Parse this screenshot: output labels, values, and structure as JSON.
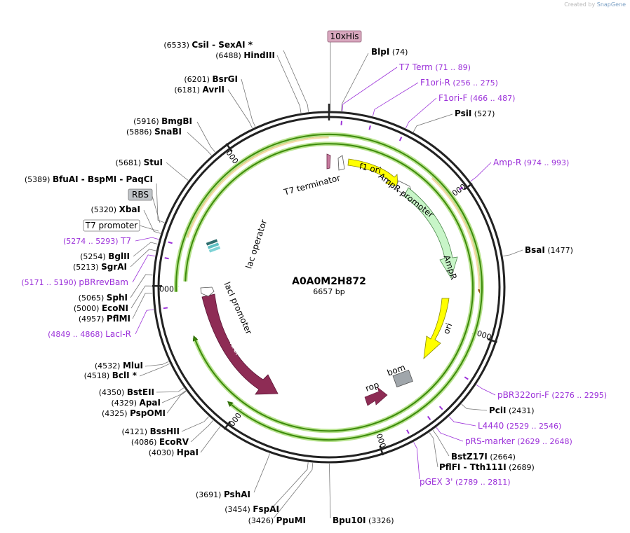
{
  "credit": {
    "prefix": "Created by",
    "brand": "SnapGene"
  },
  "plasmid": {
    "name": "A0A0M2H872",
    "length": 6657,
    "length_label": "6657 bp"
  },
  "colors": {
    "enzyme_text": "#000000",
    "primer": "#9b30d9",
    "orange_feature": "#e8962c",
    "green_feature": "#4f9a12",
    "laci": "#8e2c55",
    "ampr": "#c8f5c8",
    "ori": "#ffff00",
    "f1ori": "#ffff00",
    "rop": "#8e2c55",
    "bom": "#a0a6ab"
  },
  "tick_labels": [
    {
      "pos": 1000,
      "text": "1000"
    },
    {
      "pos": 2000,
      "text": "2000"
    },
    {
      "pos": 3000,
      "text": "3000"
    },
    {
      "pos": 4000,
      "text": "4000"
    },
    {
      "pos": 5000,
      "text": "5000"
    },
    {
      "pos": 6000,
      "text": "6000"
    }
  ],
  "enzymes_right": [
    {
      "name": "BlpI",
      "pos": "(74)"
    },
    {
      "name": "PsiI",
      "pos": "(527)"
    },
    {
      "name": "BsaI",
      "pos": "(1477)"
    },
    {
      "name": "PciI",
      "pos": "(2431)"
    },
    {
      "name": "BstZ17I",
      "pos": "(2664)"
    },
    {
      "name": "PflFI - Tth111I",
      "pos": "(2689)"
    },
    {
      "name": "Bpu10I",
      "pos": "(3326)"
    }
  ],
  "enzymes_left": [
    {
      "name": "CsiI - SexAI *",
      "pos": "(6533)"
    },
    {
      "name": "HindIII",
      "pos": "(6488)"
    },
    {
      "name": "BsrGI",
      "pos": "(6201)"
    },
    {
      "name": "AvrII",
      "pos": "(6181)"
    },
    {
      "name": "BmgBI",
      "pos": "(5916)"
    },
    {
      "name": "SnaBI",
      "pos": "(5886)"
    },
    {
      "name": "StuI",
      "pos": "(5681)"
    },
    {
      "name": "BfuAI - BspMI - PaqCI",
      "pos": "(5389)"
    },
    {
      "name": "XbaI",
      "pos": "(5320)"
    },
    {
      "name": "BglII",
      "pos": "(5254)"
    },
    {
      "name": "SgrAI",
      "pos": "(5213)"
    },
    {
      "name": "SphI",
      "pos": "(5065)"
    },
    {
      "name": "EcoNI",
      "pos": "(5000)"
    },
    {
      "name": "PflMI",
      "pos": "(4957)"
    },
    {
      "name": "MluI",
      "pos": "(4532)"
    },
    {
      "name": "BclI *",
      "pos": "(4518)"
    },
    {
      "name": "BstEII",
      "pos": "(4350)"
    },
    {
      "name": "ApaI",
      "pos": "(4329)"
    },
    {
      "name": "PspOMI",
      "pos": "(4325)"
    },
    {
      "name": "BssHII",
      "pos": "(4121)"
    },
    {
      "name": "EcoRV",
      "pos": "(4086)"
    },
    {
      "name": "HpaI",
      "pos": "(4030)"
    },
    {
      "name": "PshAI",
      "pos": "(3691)"
    },
    {
      "name": "FspAI",
      "pos": "(3454)"
    },
    {
      "name": "PpuMI",
      "pos": "(3426)"
    }
  ],
  "primers": [
    {
      "name": "T7 Term",
      "range": "(71 .. 89)"
    },
    {
      "name": "F1ori-R",
      "range": "(256 .. 275)"
    },
    {
      "name": "F1ori-F",
      "range": "(466 .. 487)"
    },
    {
      "name": "Amp-R",
      "range": "(974 .. 993)"
    },
    {
      "name": "pBR322ori-F",
      "range": "(2276 .. 2295)"
    },
    {
      "name": "L4440",
      "range": "(2529 .. 2546)"
    },
    {
      "name": "pRS-marker",
      "range": "(2629 .. 2648)"
    },
    {
      "name": "pGEX 3'",
      "range": "(2789 .. 2811)"
    },
    {
      "name": "T7",
      "range": "(5274 .. 5293)"
    },
    {
      "name": "pBRrevBam",
      "range": "(5171 .. 5190)"
    },
    {
      "name": "LacI-R",
      "range": "(4849 .. 4868)"
    }
  ],
  "boxed_labels": [
    {
      "name": "10xHis"
    },
    {
      "name": "RBS"
    },
    {
      "name": "T7 promoter"
    }
  ],
  "features": [
    {
      "name": "T7 terminator"
    },
    {
      "name": "f1 ori"
    },
    {
      "name": "AmpR promoter"
    },
    {
      "name": "AmpR"
    },
    {
      "name": "ori"
    },
    {
      "name": "rop"
    },
    {
      "name": "bom"
    },
    {
      "name": "lacI"
    },
    {
      "name": "lacI promoter"
    },
    {
      "name": "lac operator"
    }
  ]
}
